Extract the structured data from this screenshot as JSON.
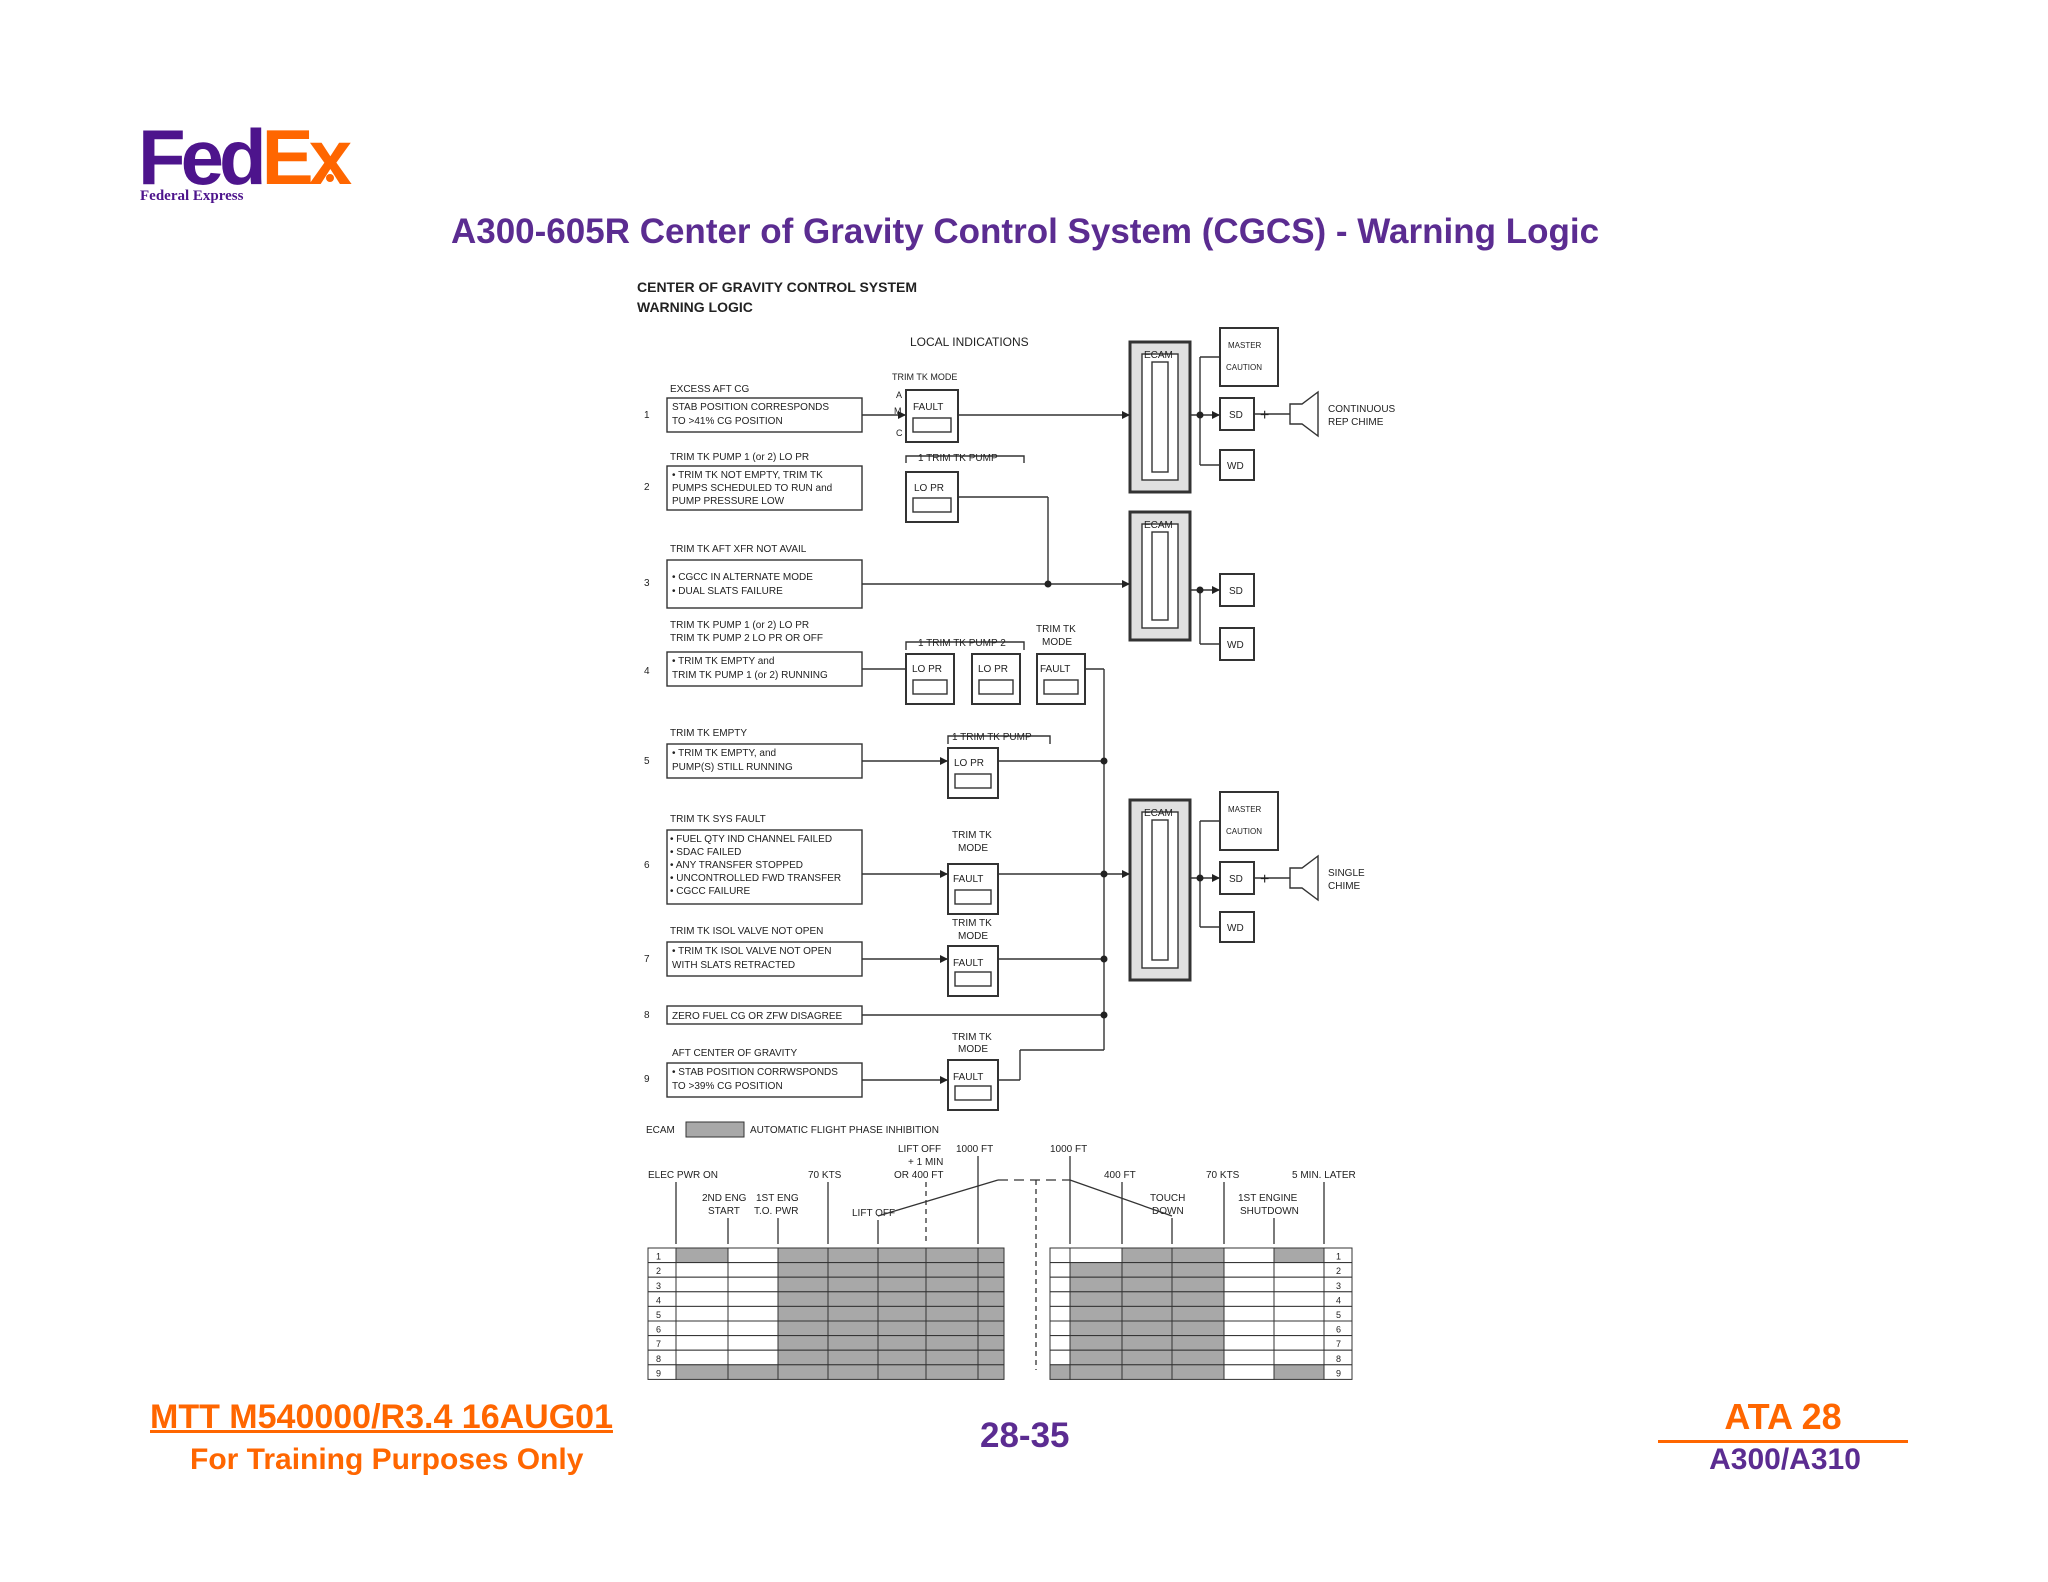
{
  "logo": {
    "fed": "Fed",
    "ex": "Ex",
    "subtitle": "Federal Express"
  },
  "title": "A300-605R Center of Gravity Control System (CGCS) - Warning Logic",
  "diagram": {
    "heading1": "CENTER   OF   GRAVITY   CONTROL   SYSTEM",
    "heading2": "WARNING LOGIC",
    "local_indications": "LOCAL INDICATIONS",
    "trim_tk_mode": "TRIM TK MODE",
    "trim_tk": "TRIM TK",
    "mode": "MODE",
    "fault": "FAULT",
    "lo_pr": "LO PR",
    "pump_1": "1  TRIM TK PUMP",
    "pump_1_2": "1  TRIM TK PUMP   2",
    "pump_1b": "1 TRIM TK PUMP",
    "ecam": "ECAM",
    "master": "MASTER",
    "caution": "CAUTION",
    "sd": "SD",
    "wd": "WD",
    "plus": "+",
    "continuous_1": "CONTINUOUS",
    "continuous_2": "REP CHIME",
    "single_1": "SINGLE",
    "single_2": "CHIME",
    "abc_a": "A",
    "abc_m": "M",
    "abc_c": "C",
    "rows": [
      {
        "num": "1",
        "label": "EXCESS AFT CG",
        "lines": [
          "STAB POSITION CORRESPONDS",
          "TO >41% CG POSITION"
        ]
      },
      {
        "num": "2",
        "label": "TRIM TK PUMP 1 (or 2) LO PR",
        "lines": [
          "• TRIM TK NOT EMPTY, TRIM TK",
          "  PUMPS SCHEDULED TO RUN and",
          "  PUMP PRESSURE LOW"
        ]
      },
      {
        "num": "3",
        "label": "TRIM TK AFT XFR NOT AVAIL",
        "lines": [
          "• CGCC IN ALTERNATE MODE",
          "• DUAL SLATS FAILURE"
        ]
      },
      {
        "num": "4",
        "label": "TRIM TK PUMP 1 (or 2) LO PR",
        "label2": "TRIM TK PUMP 2 LO PR OR OFF",
        "lines": [
          "• TRIM TK EMPTY and",
          "  TRIM TK PUMP 1 (or 2) RUNNING"
        ]
      },
      {
        "num": "5",
        "label": "TRIM TK EMPTY",
        "lines": [
          "•  TRIM TK EMPTY, and",
          "   PUMP(S) STILL RUNNING"
        ]
      },
      {
        "num": "6",
        "label": "TRIM TK SYS FAULT",
        "lines": [
          "• FUEL QTY IND CHANNEL FAILED",
          "• SDAC FAILED",
          "• ANY TRANSFER STOPPED",
          "• UNCONTROLLED FWD TRANSFER",
          "• CGCC FAILURE"
        ]
      },
      {
        "num": "7",
        "label": "TRIM TK ISOL VALVE NOT OPEN",
        "lines": [
          "• TRIM TK ISOL VALVE NOT OPEN",
          "  WITH SLATS RETRACTED"
        ]
      },
      {
        "num": "8",
        "label": "",
        "lines": [
          "ZERO FUEL CG OR ZFW DISAGREE"
        ]
      },
      {
        "num": "9",
        "label": "AFT CENTER OF GRAVITY",
        "lines": [
          "•  STAB POSITION CORRWSPONDS",
          "   TO >39% CG POSITION"
        ]
      }
    ],
    "legend_ecam": "ECAM",
    "legend_text": "AUTOMATIC FLIGHT PHASE INHIBITION",
    "phases": {
      "elec_pwr_on": "ELEC PWR ON",
      "eng_2nd_1": "2ND ENG",
      "eng_2nd_2": "START",
      "eng_1st_1": "1ST ENG",
      "eng_1st_2": "T.O. PWR",
      "kts70": "70 KTS",
      "lift_off": "LIFT OFF",
      "lo_1": "LIFT OFF",
      "lo_2": "+ 1 MIN",
      "lo_3": "OR 400 FT",
      "ft1000": "1000 FT",
      "ft400": "400 FT",
      "touch_1": "TOUCH",
      "touch_2": "DOWN",
      "shut_1": "1ST ENGINE",
      "shut_2": "SHUTDOWN",
      "later": "5 MIN. LATER"
    }
  },
  "footer": {
    "doc_ref": "MTT M540000/R3.4 16AUG01",
    "training": "For Training Purposes Only",
    "page": "28-35",
    "ata": "ATA 28",
    "aircraft": "A300/A310"
  },
  "colors": {
    "purple": "#4d148c",
    "orange": "#ff6600",
    "inhibit_gray": "#a8a8a8"
  }
}
